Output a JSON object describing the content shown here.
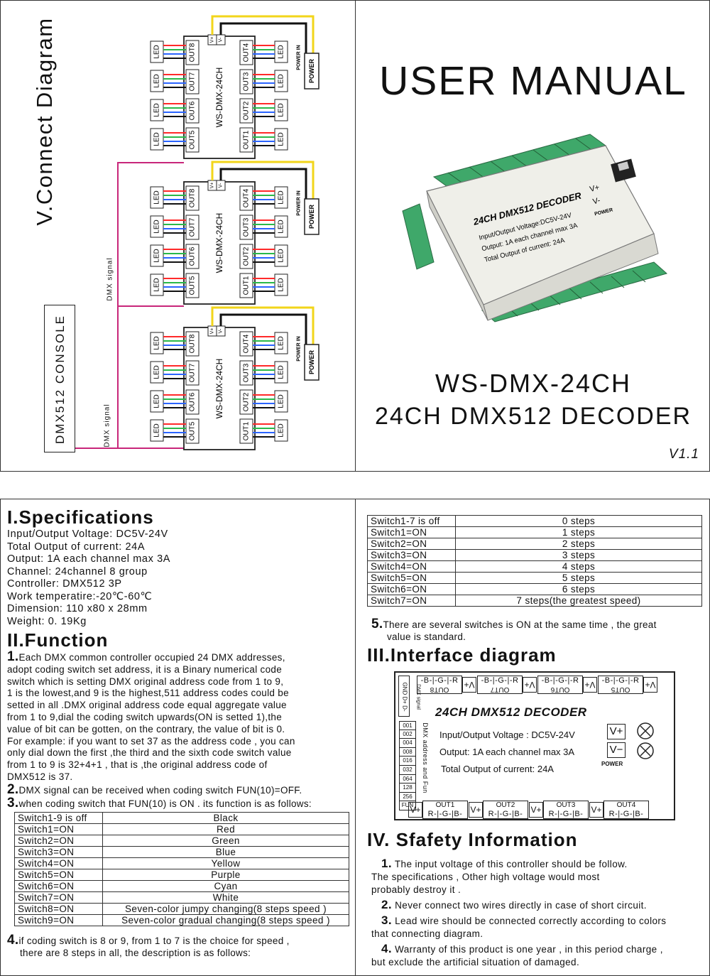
{
  "diagram": {
    "title": "V.Connect Diagram",
    "console_label": "DMX512 CONSOLE",
    "dmx_signal_label": "DMX  signal",
    "decoder_label": "WS-DMX-24CH",
    "power_label": "POWER",
    "power_in_label": "POWER IN",
    "led_label": "LED",
    "outputs_left": [
      "OUT8",
      "OUT7",
      "OUT6",
      "OUT5"
    ],
    "outputs_right": [
      "OUT4",
      "OUT3",
      "OUT2",
      "OUT1"
    ],
    "vplus": "V+",
    "vminus": "V-",
    "wire_colors": [
      "#ff2a2a",
      "#2ab84a",
      "#2a64ff",
      "#111111"
    ],
    "signal_color": "#c8267a",
    "power_wire_color": "#f2d51a"
  },
  "cover": {
    "title": "USER MANUAL",
    "model": "WS-DMX-24CH",
    "subtitle": "24CH DMX512 DECODER",
    "version": "V1.1",
    "product": {
      "title": "24CH  DMX512  DECODER",
      "line1": "Input/Output Voltage:DC5V-24V",
      "line2": "Output: 1A each channel max 3A",
      "line3": "Total Output of current: 24A",
      "power": "POWER",
      "vplus": "V+",
      "vminus": "V-"
    }
  },
  "spec": {
    "heading": "I.Specifications",
    "lines": [
      "Input/Output Voltage: DC5V-24V",
      "Total Output of current: 24A",
      "Output: 1A each channel max 3A",
      "Channel: 24channel 8 group",
      "Controller: DMX512  3P",
      "Work temperatire:-20℃-60℃",
      "Dimension: 110 x80 x 28mm",
      "Weight: 0. 19Kg"
    ]
  },
  "function": {
    "heading": "II.Function",
    "p1_num": "1.",
    "p1_lines": [
      "Each DMX common controller occupied 24 DMX addresses,",
      " adopt coding switch set address, it is a Binary numerical code",
      " switch which is setting DMX original address code from 1 to 9,",
      "1 is the lowest,and 9 is the highest,511 address codes  could be",
      " setted  in all .DMX original address code equal aggregate value",
      " from 1 to 9,dial the coding switch upwards(ON is setted 1),the",
      " value of bit can be  gotten, on the contrary, the value of bit is 0.",
      " For example: if you want to set 37 as the address code , you can",
      " only dial down the first ,the third and the  sixth code switch value",
      " from 1 to 9 is 32+4+1 , that is ,the original address  code of",
      " DMX512 is 37."
    ],
    "p2_num": "2.",
    "p2": "DMX signal can be received when coding switch FUN(10)=OFF.",
    "p3_num": "3.",
    "p3": "when coding switch that FUN(10) is ON . its function is as follows:",
    "table1": [
      [
        "Switch1-9 is off",
        "Black"
      ],
      [
        "Switch1=ON",
        "Red"
      ],
      [
        "Switch2=ON",
        "Green"
      ],
      [
        "Switch3=ON",
        "Blue"
      ],
      [
        "Switch4=ON",
        "Yellow"
      ],
      [
        "Switch5=ON",
        "Purple"
      ],
      [
        "Switch6=ON",
        "Cyan"
      ],
      [
        "Switch7=ON",
        "White"
      ],
      [
        "Switch8=ON",
        "Seven-color jumpy changing(8 steps speed )"
      ],
      [
        "Switch9=ON",
        "Seven-color gradual changing(8 steps speed )"
      ]
    ],
    "p4_num": "4.",
    "p4_line1": "if coding switch is 8 or 9,  from 1 to 7 is the choice for speed ,",
    "p4_line2": "there are 8 steps in all, the description is as follows:",
    "table2": [
      [
        "Switch1-7 is off",
        "0 steps"
      ],
      [
        "Switch1=ON",
        "1 steps"
      ],
      [
        "Switch2=ON",
        "2 steps"
      ],
      [
        "Switch3=ON",
        "3 steps"
      ],
      [
        "Switch4=ON",
        "4 steps"
      ],
      [
        "Switch5=ON",
        "5 steps"
      ],
      [
        "Switch6=ON",
        "6 steps"
      ],
      [
        "Switch7=ON",
        "7 steps(the greatest speed)"
      ]
    ],
    "p5_num": "5.",
    "p5_line1": "There are several switches is ON at the same time , the great",
    "p5_line2": "value is standard."
  },
  "interface": {
    "heading": "III.Interface diagram",
    "title": "24CH  DMX512  DECODER",
    "line1": "Input/Output Voltage : DC5V-24V",
    "line2": "Output: 1A each channel max 3A",
    "line3": "Total Output of current: 24A",
    "power": "POWER",
    "vplus": "V+",
    "vminus": "V−",
    "top_outs": [
      "OUT8",
      "OUT7",
      "OUT6",
      "OUT5"
    ],
    "bottom_outs": [
      "OUT1",
      "OUT2",
      "OUT3",
      "OUT4"
    ],
    "rgb_top": "-B-|-G-|-R",
    "rgb_bottom": "R-|-G-|B-",
    "dip_values": [
      "001",
      "002",
      "004",
      "008",
      "016",
      "032",
      "064",
      "128",
      "256",
      "FUN"
    ],
    "dip_label": "DMX address and Fun",
    "signal_pins": "GND D+ D-",
    "signal_label": "DMX signal"
  },
  "safety": {
    "heading": "IV. Sfafety Information",
    "items": [
      {
        "num": "1.",
        "lines": [
          " The input voltage of this controller should be follow.",
          " The specifications , Other high voltage would most",
          " probably destroy it ."
        ]
      },
      {
        "num": "2.",
        "lines": [
          " Never connect two wires directly in case of short circuit."
        ]
      },
      {
        "num": "3.",
        "lines": [
          " Lead wire should be connected correctly according to colors",
          "that connecting diagram."
        ]
      },
      {
        "num": "4.",
        "lines": [
          " Warranty of this product is one year , in this period charge ,",
          "but exclude the artificial situation of damaged."
        ]
      }
    ]
  }
}
